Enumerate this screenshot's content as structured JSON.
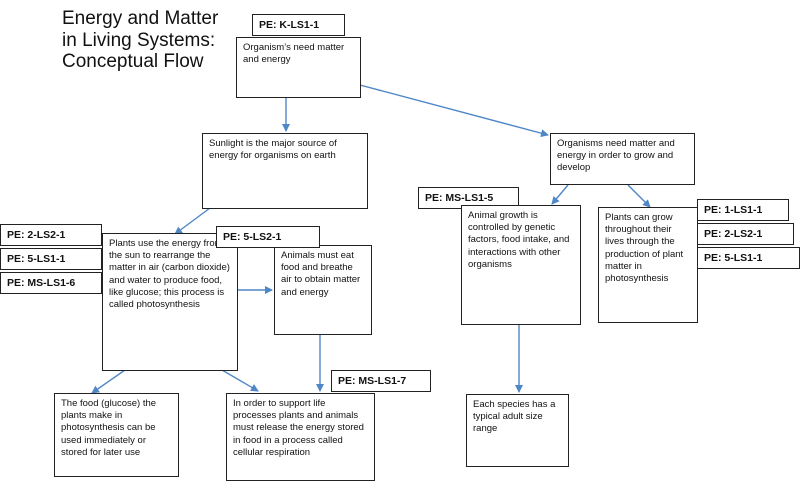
{
  "title": "Energy and Matter in Living Systems: Conceptual Flow",
  "colors": {
    "arrow": "#4f86c6",
    "border": "#222222"
  },
  "boxes": {
    "organisms_need": "Organism’s need matter and energy",
    "sunlight": "Sunlight is the major source of energy for organisms on earth",
    "grow_develop": "Organisms need matter and energy in order to grow and develop",
    "photosynthesis": "Plants use the energy from the sun to rearrange the matter in air (carbon dioxide) and water to produce food, like glucose; this process is called photosynthesis",
    "animals_eat": "Animals must eat food and breathe air to obtain matter and energy",
    "animal_growth": "Animal growth is controlled by genetic factors, food intake, and interactions with other organisms",
    "plants_grow": "Plants can grow throughout their lives through the production of plant matter in photosynthesis",
    "glucose_use": "The food (glucose) the plants make in photosynthesis can be used immediately or stored for later use",
    "respiration": "In order to support life processes plants and animals must release the energy stored in food in a process called cellular respiration",
    "adult_size": "Each species has a typical adult size range"
  },
  "pe_labels": {
    "k_ls1_1": "PE:  K-LS1-1",
    "ms_ls1_5": "PE:  MS-LS1-5",
    "two_ls2_1_left": "PE:  2-LS2-1",
    "five_ls1_1_left": "PE:  5-LS1-1",
    "ms_ls1_6": "PE:  MS-LS1-6",
    "five_ls2_1": "PE:  5-LS2-1",
    "one_ls1_1": "PE:  1-LS1-1",
    "two_ls2_1_right": "PE:  2-LS2-1",
    "five_ls1_1_right": "PE:  5-LS1-1",
    "ms_ls1_7": "PE:  MS-LS1-7"
  }
}
